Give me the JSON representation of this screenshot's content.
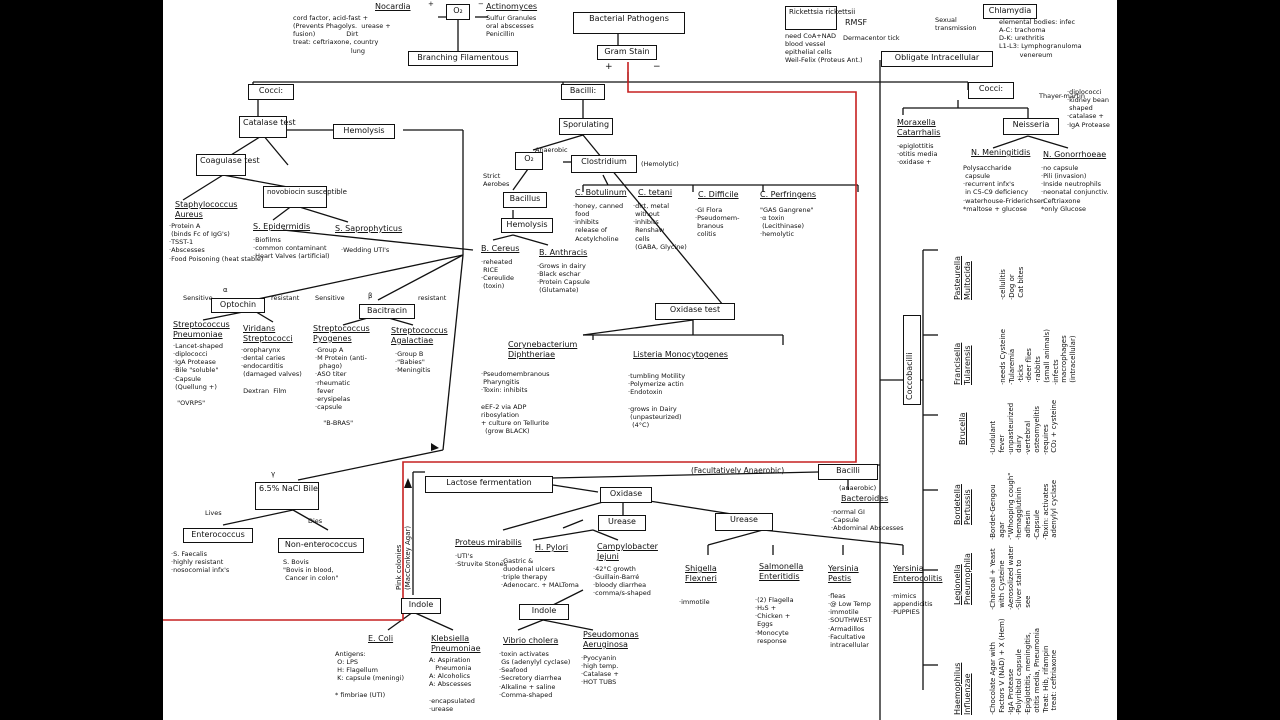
{
  "top": {
    "title": "Bacterial Pathogens",
    "gram_stain": "Gram Stain",
    "plus": "+",
    "minus": "−",
    "o2": "O₂",
    "branching": "Branching Filamentous",
    "nocardia": {
      "name": "Nocardia",
      "notes": "cord factor, acid-fast +\n(Prevents Phagolys.  urease +\nfusion)               Dirt\ntreat: ceftriaxone, country\n                            lung"
    },
    "actinomyces": {
      "name": "Actinomyces",
      "notes": "Sulfur Granules\noral abscesses\nPenicillin"
    },
    "rickettsia": {
      "name": "Rickettsia\nrickettsii",
      "notes": "need CoA+NAD\nblood vessel\nepithelial cells\nWeil-Felix (Proteus Ant.)",
      "rmsf": "RMSF",
      "tick": "Dermacentor tick"
    },
    "chlamydia": {
      "name": "Chlamydia",
      "notes": "elemental bodies: infec\nA-C: trachoma\nD-K: urethritis\nL1-L3: Lymphogranuloma\n          venereum",
      "sexual": "Sexual\ntransmission"
    },
    "obligate": "Obligate Intracellular"
  },
  "gram_pos": {
    "cocci": "Cocci:",
    "catalase": "Catalase\ntest",
    "hemolysis": "Hemolysis",
    "coagulase": "Coagulase\ntest",
    "novobiocin": "novobiocin\nsusceptible",
    "staph_aureus": {
      "name": "Staphylococcus\nAureus",
      "notes": "·Protein A\n (binds Fc of IgG's)\n·TSST-1\n·Abscesses\n·Food Poisoning (heat stable)"
    },
    "s_epi": {
      "name": "S. Epidermidis",
      "notes": "·Biofilms\n·common contaminant\n·Heart Valves (artificial)"
    },
    "s_sapro": {
      "name": "S. Saprophyticus",
      "notes": "·Wedding UTI's"
    },
    "optochin": "Optochin",
    "bacitracin": "Bacitracin",
    "sensitive": "Sensitive",
    "resistant": "resistant",
    "alpha": "α",
    "beta": "β",
    "gamma": "γ",
    "strep_pneumo": {
      "name": "Streptococcus\nPneumoniae",
      "notes": "·Lancet-shaped\n·diplococci\n·IgA Protease\n·Bile \"soluble\"\n·Capsule\n (Quellung +)\n\n  \"OVRPS\""
    },
    "viridans": {
      "name": "Viridans\nStreptococci",
      "notes": "·oropharynx\n·dental caries\n·endocarditis\n (damaged valves)\n\n Dextran  Film"
    },
    "strep_pyogenes": {
      "name": "Streptococcus\nPyogenes",
      "notes": "·Group A\n·M Protein (anti-\n  phago)\n·ASO titer\n·rheumatic\n fever\n·erysipelas\n·capsule\n\n    \"B-BRAS\""
    },
    "strep_agalactiae": {
      "name": "Streptococcus\nAgalactiae",
      "notes": "·Group B\n·\"Babies\"\n·Meningitis"
    },
    "nacl": "6.5% NaCl\nBile",
    "lives": "Lives",
    "dies": "Dies",
    "enterococcus": {
      "name": "Enterococcus",
      "notes": "·S. Faecalis\n·highly resistant\n·nosocomial infx's"
    },
    "non_entero": {
      "name": "Non-enterococcus",
      "notes": "S. Bovis\n\"Bovis in blood,\n Cancer in colon\""
    },
    "bacilli": "Bacilli:",
    "sporulating": "Sporulating",
    "anaerobic": "Anaerobic",
    "strict_aerobes": "Strict\nAerobes",
    "clostridium": "Clostridium",
    "hemolytic": "(Hemolytic)",
    "bacillus": "Bacillus",
    "bcereus": {
      "name": "B. Cereus",
      "notes": "·reheated\n RICE\n·Cereulide\n (toxin)"
    },
    "banthracis": {
      "name": "B. Anthracis",
      "notes": "·Grows in dairy\n·Black eschar\n·Protein Capsule\n (Glutamate)"
    },
    "c_botulinum": {
      "name": "C. Botulinum",
      "notes": "·honey, canned\n food\n·inhibits\n release of\n Acetylcholine"
    },
    "c_tetani": {
      "name": "C. tetani",
      "notes": "·dirt, metal\n without\n·inhibits\n Renshaw\n cells\n (GABA, Glycine)"
    },
    "c_difficile": {
      "name": "C. Difficile",
      "notes": "·GI Flora\n·Pseudomem-\n branous\n colitis"
    },
    "c_perfringens": {
      "name": "C. Perfringens",
      "notes": "\"GAS Gangrene\"\n·α toxin\n (Lecithinase)\n·hemolytic"
    },
    "oxidase_test": "Oxidase test",
    "corynebacterium": {
      "name": "Corynebacterium\nDiphtheriae",
      "notes": "·Pseudomembranous\n Pharyngitis\n·Toxin: inhibits\n\neEF-2 via ADP\nribosylation\n+ culture on Tellurite\n  (grow BLACK)"
    },
    "listeria": {
      "name": "Listeria Monocytogenes",
      "notes": "·tumbling Motility\n·Polymerize actin\n·Endotoxin\n\n·grows in Dairy\n (unpasteurized)\n  (4°C)"
    }
  },
  "gram_neg": {
    "cocci": "Cocci:",
    "moraxella": {
      "name": "Moraxella\nCatarrhalis",
      "notes": "·epiglottitis\n·otitis media\n·oxidase +"
    },
    "neisseria": "Neisseria",
    "diplococci": "·diplococci\n·kidney bean\n shaped\n·catalase +\n·IgA Protease",
    "thayer": "Thayer-martin",
    "n_mening": {
      "name": "N. Meningitidis",
      "notes": "Polysaccharide\n capsule\n·recurrent infx's\n in C5-C9 deficiency\n·waterhouse-Friderichsen\n*maltose + glucose"
    },
    "n_gonorrhoeae": {
      "name": "N. Gonorrhoeae",
      "notes": "·no capsule\n·Pili (invasion)\n·Inside neutrophils\n·neonatal conjunctiv.\n·Ceftriaxone\n*only Glucose"
    },
    "coccobacilli": "Coccobacilli",
    "bacilli": "Bacilli",
    "anaerobic": "(anaerobic)",
    "bacteroides": {
      "name": "Bacteroides",
      "notes": "·normal GI\n·Capsule\n·Abdominal Abscesses"
    },
    "facultative": "(Facultatively Anaerobic)",
    "lactose": "Lactose fermentation",
    "pink_colonies": "Pink colonies\n(MacConkey Agar)",
    "oxidase": "Oxidase",
    "urease": "Urease",
    "urease2": "Urease",
    "indole": "Indole",
    "indole2": "Indole",
    "proteus": {
      "name": "Proteus mirabilis",
      "notes": "·UTI's\n·Struvite Stones"
    },
    "hpylori": {
      "name": "H. Pylori",
      "notes": "·Gastric &\n duodenal ulcers\n·triple therapy\n·Adenocarc. + MALToma"
    },
    "campylobacter": {
      "name": "Campylobacter\nJejuni",
      "notes": "·42°C growth\n·Guillain-Barré\n·bloody diarrhea\n·comma/s-shaped"
    },
    "shigella": {
      "name": "Shigella\nFlexneri",
      "notes": "·immotile"
    },
    "salmonella": {
      "name": "Salmonella\nEnteritidis",
      "notes": "·(2) Flagella\n·H₂S +\n·Chicken +\n Eggs\n·Monocyte\n response"
    },
    "yersinia_pestis": {
      "name": "Yersinia\nPestis",
      "notes": "·fleas\n·@ Low Temp\n·immotile\n·SOUTHWEST\n·Armadillos\n·Facultative\n intracellular"
    },
    "yersinia_entero": {
      "name": "Yersinia\nEnterocolitis",
      "notes": "·mimics\n appendicitis\n·PUPPIES"
    },
    "ecoli": {
      "name": "E. Coli",
      "notes": "Antigens:\n O: LPS\n H: Flagellum\n K: capsule (meningi)\n\n* fimbriae (UTI)"
    },
    "klebsiella": {
      "name": "Klebsiella\nPneumoniae",
      "notes": "A: Aspiration\n   Pneumonia\nA: Alcoholics\nA: Abscesses\n\n·encapsulated\n·urease"
    },
    "vibrio": {
      "name": "Vibrio cholera",
      "notes": "·toxin activates\n Gs (adenylyl cyclase)\n·Seafood\n·Secretory diarrhea\n·Alkaline + saline\n·Comma-shaped"
    },
    "pseudomonas": {
      "name": "Pseudomonas\nAeruginosa",
      "notes": "·Pyocyanin\n·high temp.\n·Catalase +\n·HOT TUBS"
    },
    "pasteurella": {
      "name": "Pasteurella\nMultocida",
      "notes": "·cellulitis\n·Dog or\n Cat bites"
    },
    "francisella": {
      "name": "Francisella\nTularensis",
      "notes": "·needs Cysteine\n·Tularemia\n ·ticks\n ·deer flies\n ·rabbits\n (small animals)\n·infects\n macrophages\n (intracellular)"
    },
    "brucella": {
      "name": "Brucella",
      "notes": "·Undulant\n fever\n·unpasteurized\n dairy\n·vertebral\n osteomyelitis\n·requires\n CO₂ + cysteine"
    },
    "bordetella": {
      "name": "Bordetella\nPertussis",
      "notes": "·Bordet-Gengou\n agar\n·\"Whooping cough\"\n·hemagglutinin\n adhesin\n·Capsule\n·Toxin: activates\n adenylyl cyclase"
    },
    "legionella": {
      "name": "Legionella\nPneumophila",
      "notes": "·Charcoal + Yeast\n with Cysteine\n·Aerosolized water\n·Silver stain to\n see"
    },
    "haemophilus": {
      "name": "Haemophilus\nInfluenzae",
      "notes": "·Chocolate Agar with\n Factors V (NAD) + X (Hem)\n·IgA Protease\n·Polyribitol capsule\n·Epiglottitis, meningitis,\n otitis media, Pneumonia\n Treat: Hib, rifampin\n  treat: ceftriaxone"
    }
  }
}
